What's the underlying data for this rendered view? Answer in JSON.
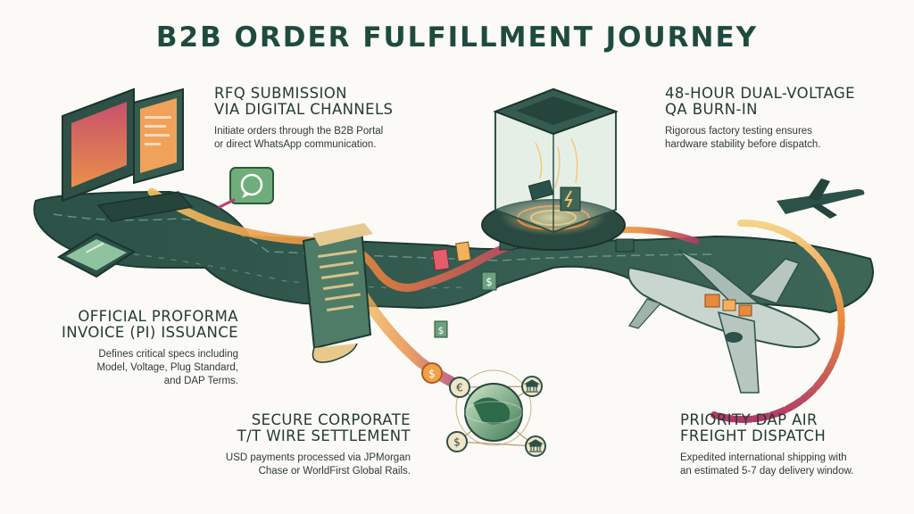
{
  "title": "B2B ORDER FULFILLMENT JOURNEY",
  "steps": [
    {
      "heading_1": "RFQ SUBMISSION",
      "heading_2": "VIA DIGITAL CHANNELS",
      "desc_1": "Initiate orders through the B2B Portal",
      "desc_2": "or direct WhatsApp communication."
    },
    {
      "heading_1": "OFFICIAL PROFORMA",
      "heading_2": "INVOICE (PI) ISSUANCE",
      "desc_1": "Defines critical specs including",
      "desc_2": "Model, Voltage, Plug Standard,",
      "desc_3": "and DAP Terms."
    },
    {
      "heading_1": "SECURE CORPORATE",
      "heading_2": "T/T WIRE SETTLEMENT",
      "desc_1": "USD payments processed via JPMorgan",
      "desc_2": "Chase or WorldFirst Global Rails."
    },
    {
      "heading_1": "48-HOUR DUAL-VOLTAGE",
      "heading_2": "QA BURN-IN",
      "desc_1": "Rigorous factory testing ensures",
      "desc_2": "hardware stability before dispatch."
    },
    {
      "heading_1": "PRIORITY DAP AIR",
      "heading_2": "FREIGHT DISPATCH",
      "desc_1": "Expedited international shipping with",
      "desc_2": "an estimated 5-7 day delivery window."
    }
  ],
  "icons": {
    "dollar": "$",
    "euro": "€"
  },
  "colors": {
    "title": "#1f4b3f",
    "path_dark": "#2c5148",
    "path_light": "#5d8d7a",
    "accent_orange": "#e88a3c",
    "accent_magenta": "#b03a6a",
    "glow_yellow": "#f4c46a"
  }
}
